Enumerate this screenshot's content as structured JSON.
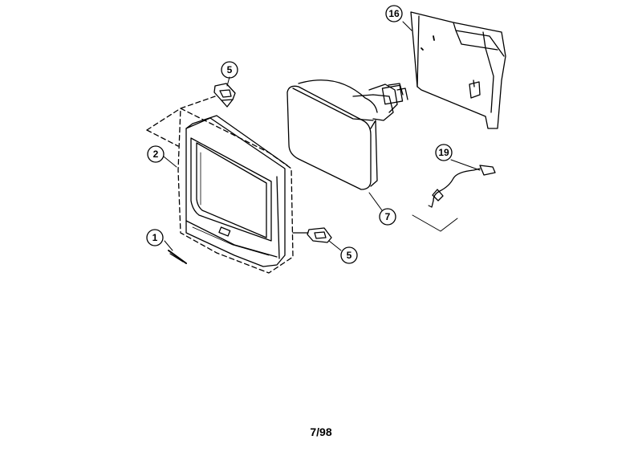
{
  "callouts": {
    "c1": "1",
    "c2": "2",
    "c5a": "5",
    "c5b": "5",
    "c7": "7",
    "c16": "16",
    "c19": "19"
  },
  "footer": {
    "date_code": "7/98"
  }
}
